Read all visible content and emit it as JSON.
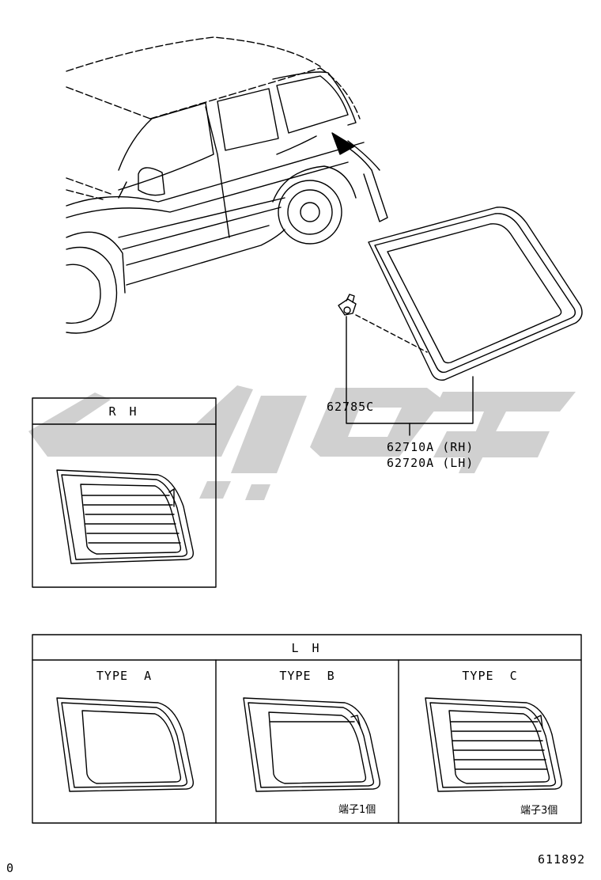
{
  "callouts": {
    "clip_part": "62785C",
    "glass_rh_part": "62710A (RH)",
    "glass_lh_part": "62720A (LH)"
  },
  "rh_box": {
    "title": "R H"
  },
  "lh_box": {
    "title": "L H",
    "types": [
      {
        "label": "TYPE  A",
        "note": ""
      },
      {
        "label": "TYPE  B",
        "note": "端子1個"
      },
      {
        "label": "TYPE  C",
        "note": "端子3個"
      }
    ]
  },
  "footer": {
    "left_code": "0",
    "diagram_number": "611892"
  },
  "colors": {
    "line": "#000000",
    "watermark": "#c8c8c8"
  }
}
